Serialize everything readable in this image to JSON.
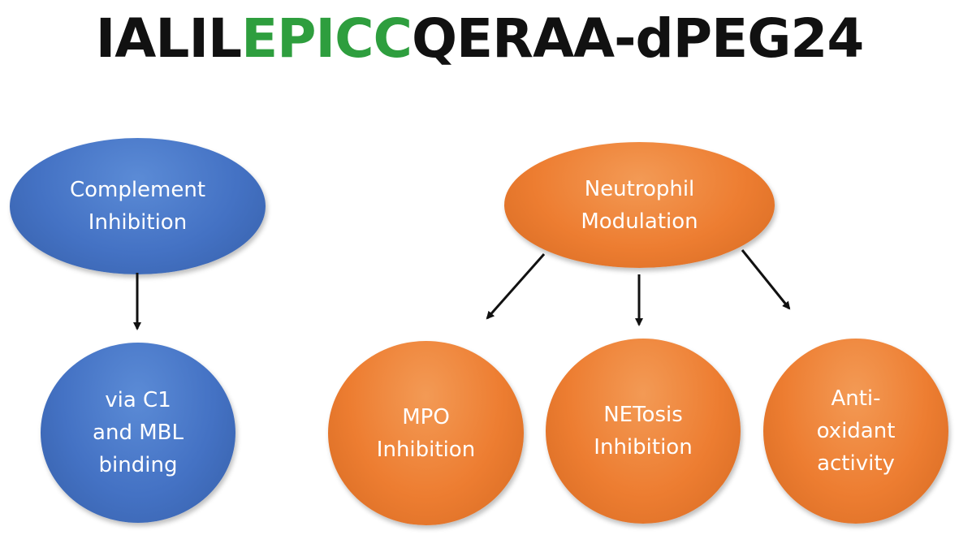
{
  "title": {
    "prefix": "IALIL",
    "highlight": "EPICC",
    "suffix": "QERAA-dPEG24"
  },
  "colors": {
    "title": "#111111",
    "highlight": "#2e9e3e",
    "complement_branch": "#4472c4",
    "neutrophil_branch": "#ed7d31",
    "arrow": "#111111"
  },
  "nodes": {
    "complement": "Complement\nInhibition",
    "c1_mbl": "via C1\nand MBL\nbinding",
    "neutrophil": "Neutrophil\nModulation",
    "mpo": "MPO\nInhibition",
    "netosis": "NETosis\nInhibition",
    "antioxidant": "Anti-\noxidant\nactivity"
  },
  "edges": [
    {
      "from": "complement",
      "to": "c1_mbl"
    },
    {
      "from": "neutrophil",
      "to": "mpo"
    },
    {
      "from": "neutrophil",
      "to": "netosis"
    },
    {
      "from": "neutrophil",
      "to": "antioxidant"
    }
  ]
}
